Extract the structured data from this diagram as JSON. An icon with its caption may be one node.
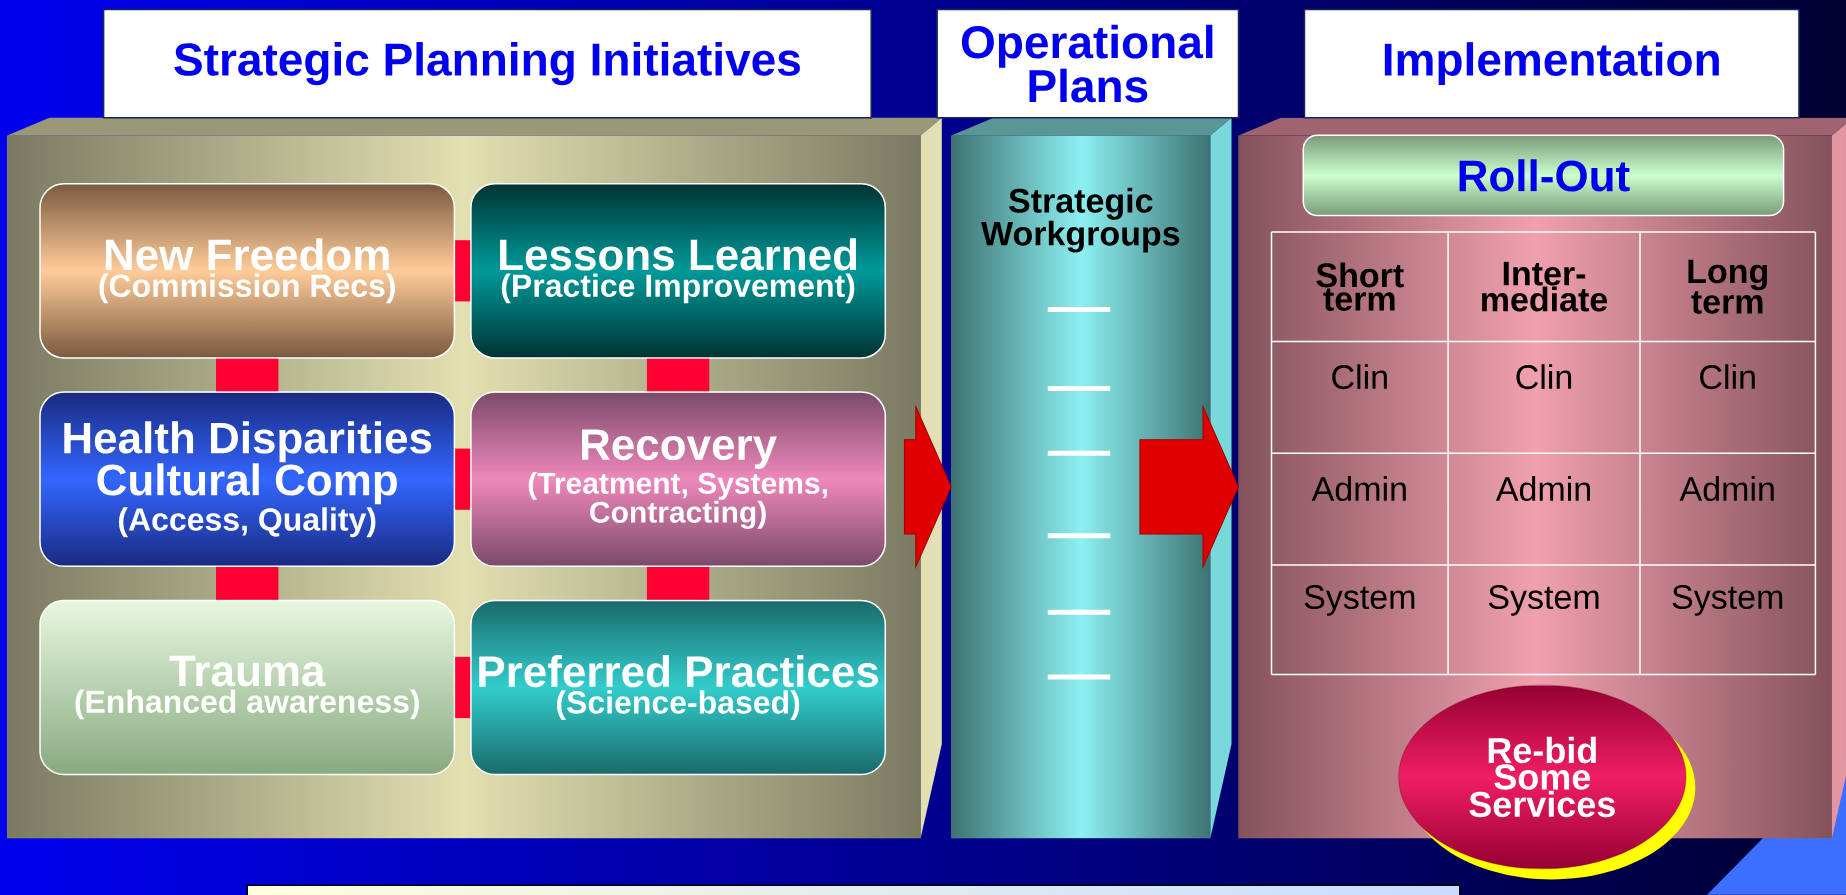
{
  "diagram": {
    "nodes": [
      {
        "text": [
          "Strategic Planning Initiatives"
        ]
      },
      {
        "text": [
          "New Freedom",
          "(Commission Recs)"
        ],
        "in": 0
      },
      {
        "text": [
          "Lessons Learned",
          "(Practice Improvement)"
        ],
        "in": 0
      },
      {
        "text": [
          "Health Disparities Cultural Comp",
          "(Access, Quality)"
        ],
        "in": 0
      },
      {
        "text": [
          "Recovery",
          "(Treatment, Systems, Contracting)"
        ],
        "in": 0
      },
      {
        "text": [
          "Trauma",
          "(Enhanced awareness)"
        ],
        "in": 0
      },
      {
        "text": [
          "Preferred Practices",
          "(Science-based)"
        ],
        "in": 0
      },
      {
        "text": [
          "Operational Plans",
          "Strategic Workgroups"
        ]
      },
      {
        "text": [
          "Implementation"
        ]
      },
      {
        "text": [
          "Roll-Out"
        ],
        "in": 8
      },
      {
        "text": [
          "Re-bid Some Services"
        ],
        "in": 8
      }
    ],
    "edges": [
      {
        "from": 1,
        "to": 2,
        "arrow": "none"
      },
      {
        "from": 1,
        "to": 3,
        "arrow": "none"
      },
      {
        "from": 2,
        "to": 4,
        "arrow": "none"
      },
      {
        "from": 3,
        "to": 4,
        "arrow": "none"
      },
      {
        "from": 3,
        "to": 5,
        "arrow": "none"
      },
      {
        "from": 4,
        "to": 6,
        "arrow": "none"
      },
      {
        "from": 5,
        "to": 6,
        "arrow": "none"
      },
      {
        "from": 0,
        "to": 7,
        "arrow": "to"
      },
      {
        "from": 7,
        "to": 8,
        "arrow": "to"
      }
    ],
    "labels": [
      "Short term",
      "Inter-mediate",
      "Long term",
      "Clin",
      "Clin",
      "Clin",
      "Admin",
      "Admin",
      "Admin",
      "System",
      "System",
      "System"
    ]
  }
}
